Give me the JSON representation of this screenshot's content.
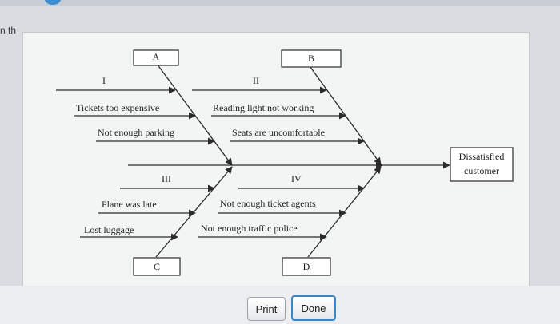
{
  "cutoff_text": "n th",
  "diagram": {
    "boxes": {
      "a": "A",
      "b": "B",
      "c": "C",
      "d": "D",
      "effect": [
        "Dissatisfied",
        "customer"
      ]
    },
    "categories": {
      "i": "I",
      "ii": "II",
      "iii": "III",
      "iv": "IV"
    },
    "causes": {
      "tickets": "Tickets too expensive",
      "parking": "Not enough parking",
      "reading_light": "Reading light not working",
      "seats": "Seats are uncomfortable",
      "plane_late": "Plane was late",
      "luggage": "Lost luggage",
      "ticket_agents": "Not enough ticket agents",
      "traffic_police": "Not enough traffic police"
    }
  },
  "buttons": {
    "print": "Print",
    "done": "Done"
  },
  "colors": {
    "line": "#2b2b2b",
    "focus_border": "#3a86c8"
  }
}
